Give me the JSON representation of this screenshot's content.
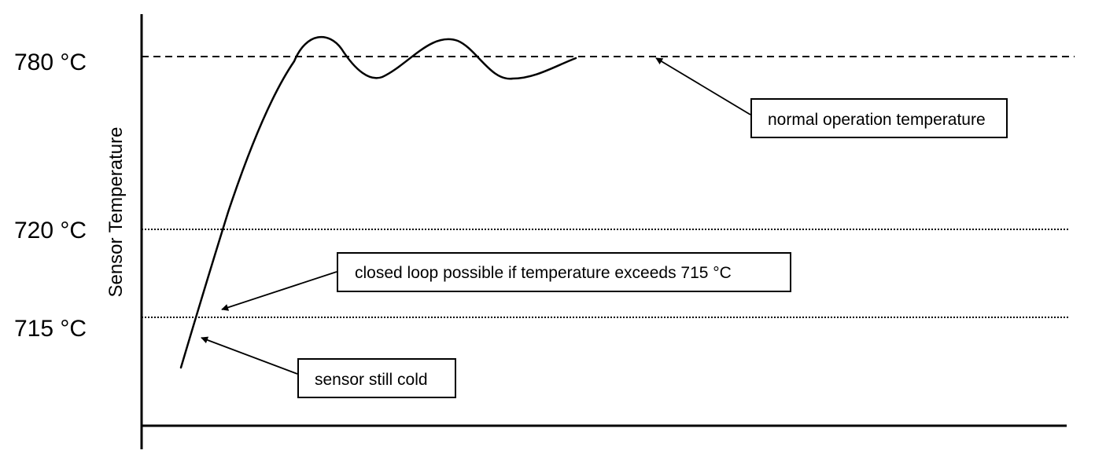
{
  "diagram": {
    "y_axis_label": "Sensor Temperature",
    "ticks": [
      {
        "label": "780 °C"
      },
      {
        "label": "720 °C"
      },
      {
        "label": "715 °C"
      }
    ],
    "annotations": {
      "normal": "normal operation temperature",
      "closed_loop": "closed loop possible if temperature exceeds 715 °C",
      "cold": "sensor still cold"
    }
  }
}
